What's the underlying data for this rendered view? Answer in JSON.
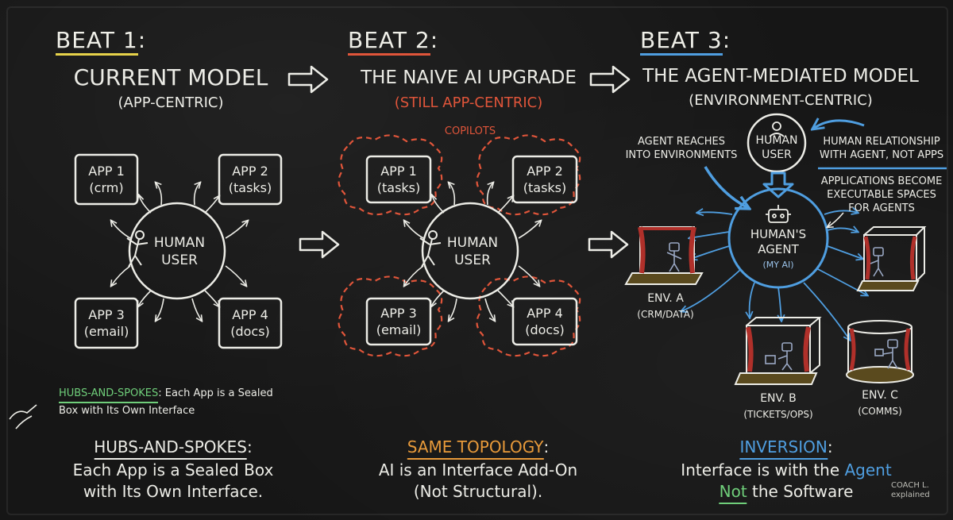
{
  "beats": [
    {
      "label_u": "BEAT 1",
      "label_rest": ":",
      "title": "CURRENT MODEL",
      "subtitle": "(APP-CENTRIC)",
      "accent": "#e6d24a"
    },
    {
      "label_u": "BEAT 2",
      "label_rest": ":",
      "title": "THE NAIVE AI UPGRADE",
      "subtitle": "(STILL APP-CENTRIC)",
      "accent": "#e0553a"
    },
    {
      "label_u": "BEAT 3",
      "label_rest": ":",
      "title": "THE AGENT-MEDIATED MODEL",
      "subtitle": "(ENVIRONMENT-CENTRIC)",
      "accent": "#4f9ee0"
    }
  ],
  "panel1": {
    "apps": [
      {
        "name": "APP 1",
        "sub": "(crm)"
      },
      {
        "name": "APP 2",
        "sub": "(tasks)"
      },
      {
        "name": "APP 3",
        "sub": "(email)"
      },
      {
        "name": "APP 4",
        "sub": "(docs)"
      }
    ],
    "hub": [
      "HUMAN",
      "USER"
    ],
    "note_highlight": "HUBS-AND-SPOKES",
    "note_rest": ": Each App is a Sealed",
    "note_line2": "Box with Its Own Interface"
  },
  "panel2": {
    "copilots": "COPILOTS",
    "apps": [
      {
        "name": "APP 1",
        "sub": "(tasks)"
      },
      {
        "name": "APP 2",
        "sub": "(tasks)"
      },
      {
        "name": "APP 3",
        "sub": "(email)"
      },
      {
        "name": "APP 4",
        "sub": "(docs)"
      }
    ],
    "hub": [
      "HUMAN",
      "USER"
    ]
  },
  "panel3": {
    "user": [
      "HUMAN",
      "USER"
    ],
    "agent": [
      "HUMAN'S",
      "AGENT",
      "(MY AI)"
    ],
    "ann_reach": [
      "AGENT REACHES",
      "INTO ENVIRONMENTS"
    ],
    "ann_relationship": [
      "HUMAN RELATIONSHIP",
      "WITH AGENT, NOT APPS"
    ],
    "ann_exec": [
      "APPLICATIONS BECOME",
      "EXECUTABLE SPACES",
      "FOR AGENTS"
    ],
    "envs": [
      {
        "name": "ENV. A",
        "sub": "(CRM/DATA)"
      },
      {
        "name": "ENV. B",
        "sub": "(TICKETS/OPS)"
      },
      {
        "name": "ENV. C",
        "sub": "(COMMS)"
      }
    ]
  },
  "bottom": [
    {
      "highlight": "HUBS-AND-SPOKES",
      "rest": ":",
      "line2": "Each App is a Sealed Box",
      "line3": "with Its Own Interface.",
      "accent": "#ecece6"
    },
    {
      "highlight": "SAME TOPOLOGY",
      "rest": ":",
      "line2": "AI is an Interface Add-On",
      "line3": "(Not Structural).",
      "accent": "#e89a3a"
    },
    {
      "highlight": "INVERSION",
      "rest": ":",
      "line2a": "Interface is with the ",
      "line2b": "Agent",
      "line3a": "Not",
      "line3b": " the Software",
      "accent": "#4f9ee0",
      "accent2": "#6fce7a"
    }
  ],
  "watermark": [
    "COACH L.",
    "explained"
  ],
  "colors": {
    "chalk": "#ecece6",
    "red": "#e0553a",
    "blue": "#4f9ee0",
    "yellow": "#e6d24a",
    "green": "#6fce7a",
    "orange": "#e89a3a",
    "board": "#161616"
  }
}
